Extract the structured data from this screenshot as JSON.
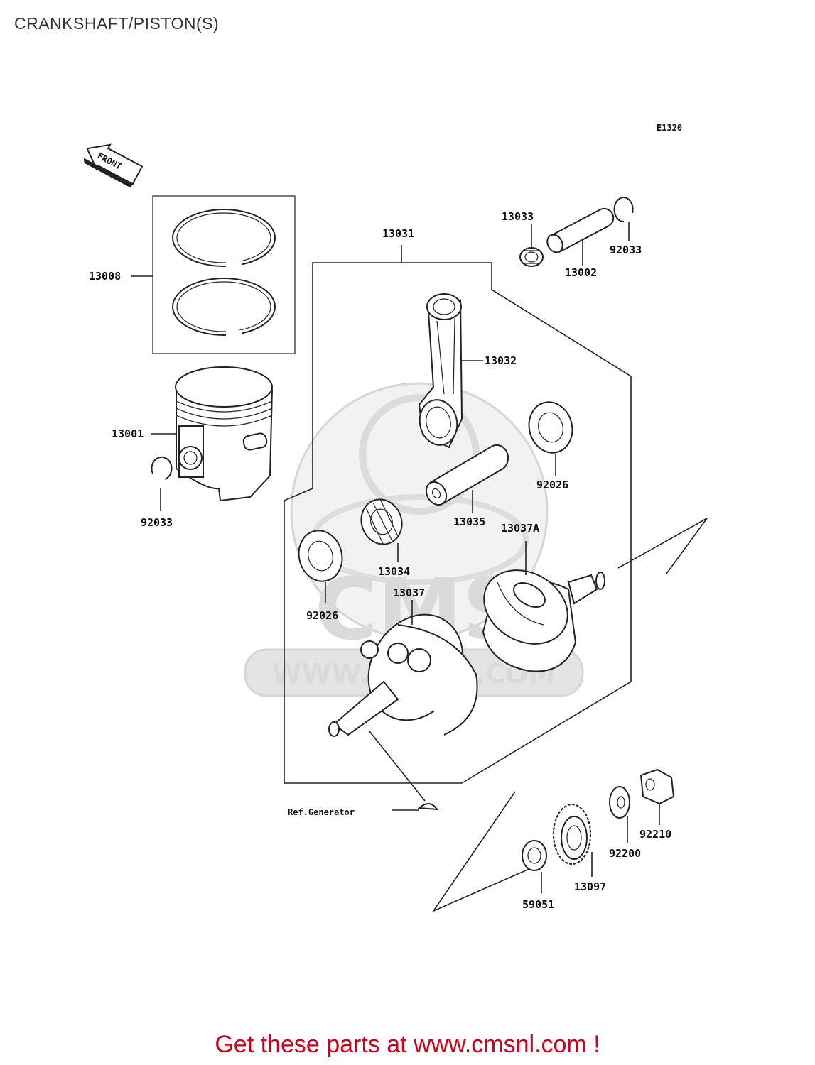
{
  "page": {
    "title": "CRANKSHAFT/PISTON(S)",
    "footer_link": "Get these parts at www.cmsnl.com !"
  },
  "diagram": {
    "code": "E1320",
    "front_marker": "FRONT",
    "watermark_text": "WWW.CMSNL.COM",
    "ref_generator": "Ref.Generator",
    "parts": {
      "p13008": "13008",
      "p13001": "13001",
      "p92033_left": "92033",
      "p13031": "13031",
      "p13033": "13033",
      "p13002": "13002",
      "p92033_right": "92033",
      "p13032": "13032",
      "p92026_right": "92026",
      "p13035": "13035",
      "p13034": "13034",
      "p13037A": "13037A",
      "p92026_left": "92026",
      "p13037": "13037",
      "p92210": "92210",
      "p92200": "92200",
      "p13097": "13097",
      "p59051": "59051"
    }
  }
}
